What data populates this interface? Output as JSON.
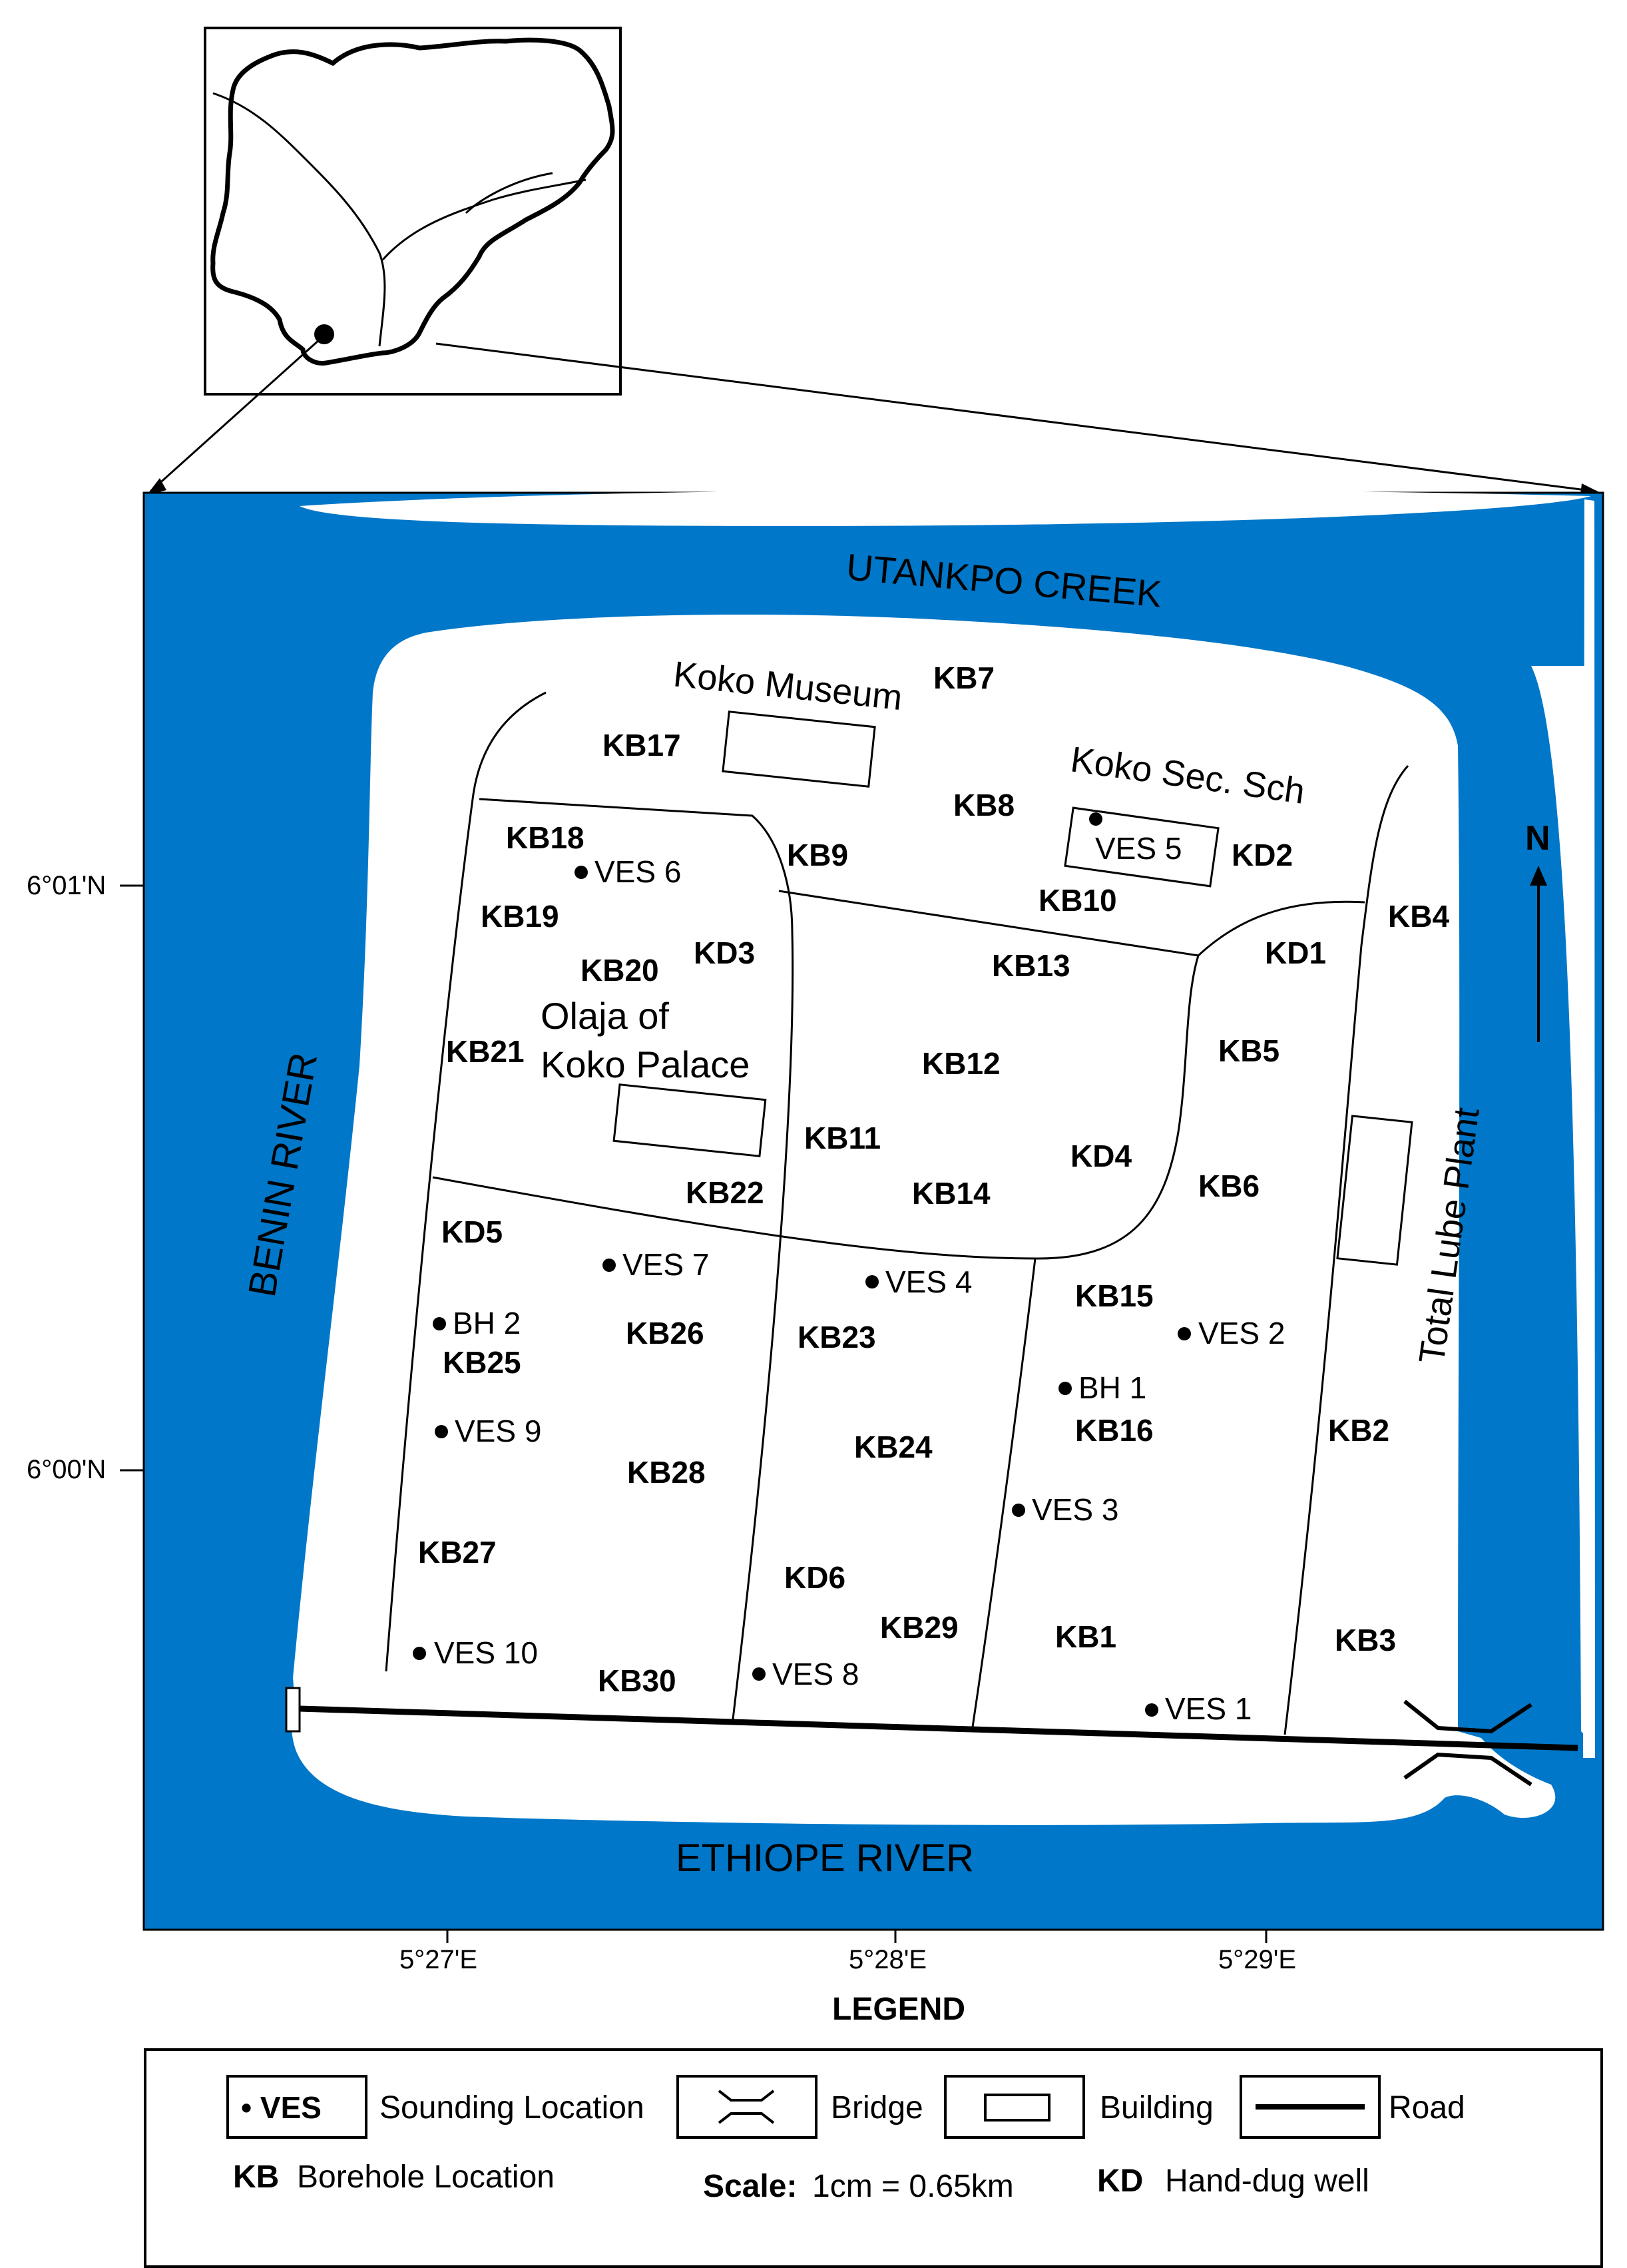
{
  "map": {
    "water_color": "#0077C8",
    "land_color": "#ffffff",
    "line_color": "#000000",
    "water_labels": [
      {
        "id": "utankpo",
        "text": "UTANKPO CREEK"
      },
      {
        "id": "benin",
        "text": "BENIN RIVER"
      },
      {
        "id": "ethiope",
        "text": "ETHIOPE RIVER"
      }
    ],
    "place_labels": [
      {
        "id": "koko-museum",
        "text": "Koko Museum"
      },
      {
        "id": "koko-sec-sch",
        "text": "Koko Sec. Sch"
      },
      {
        "id": "olaja-1",
        "text": "Olaja of"
      },
      {
        "id": "olaja-2",
        "text": "Koko Palace"
      },
      {
        "id": "total-lube",
        "text": "Total Lube Plant"
      }
    ],
    "boreholes": [
      "KB1",
      "KB2",
      "KB3",
      "KB4",
      "KB5",
      "KB6",
      "KB7",
      "KB8",
      "KB9",
      "KB10",
      "KB11",
      "KB12",
      "KB13",
      "KB14",
      "KB15",
      "KB16",
      "KB17",
      "KB18",
      "KB19",
      "KB20",
      "KB21",
      "KB22",
      "KB23",
      "KB24",
      "KB25",
      "KB26",
      "KB27",
      "KB28",
      "KB29",
      "KB30"
    ],
    "handdug_wells": [
      "KD1",
      "KD2",
      "KD3",
      "KD4",
      "KD5",
      "KD6"
    ],
    "ves_points": [
      "VES 1",
      "VES 2",
      "VES 3",
      "VES 4",
      "VES 5",
      "VES 6",
      "VES 7",
      "VES 8",
      "VES 9",
      "VES 10"
    ],
    "bh_points": [
      "BH 1",
      "BH 2"
    ],
    "north_label": "N",
    "lat_labels": [
      "6°01'N",
      "6°00'N"
    ],
    "lon_labels": [
      "5°27'E",
      "5°28'E",
      "5°29'E"
    ]
  },
  "legend": {
    "title": "LEGEND",
    "ves_symbol": "• VES",
    "ves_label": "Sounding Location",
    "bridge_label": "Bridge",
    "building_label": "Building",
    "road_label": "Road",
    "kb_symbol": "KB",
    "kb_label": "Borehole Location",
    "scale_key": "Scale:",
    "scale_value": " 1cm = 0.65km",
    "kd_symbol": "KD",
    "kd_label": "Hand-dug well"
  }
}
